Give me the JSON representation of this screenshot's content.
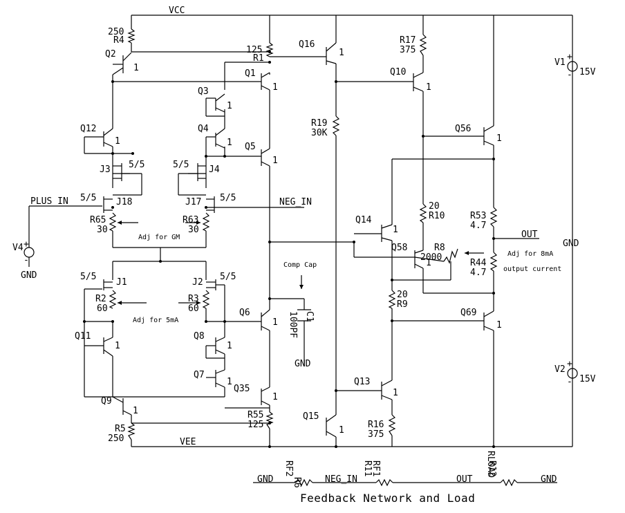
{
  "nets": {
    "vcc": "VCC",
    "vee": "VEE",
    "plus_in": "PLUS IN",
    "neg_in": "NEG_IN",
    "out": "OUT",
    "gnd": "GND"
  },
  "transistors": {
    "q1": "Q1",
    "q2": "Q2",
    "q3": "Q3",
    "q4": "Q4",
    "q5": "Q5",
    "q6": "Q6",
    "q7": "Q7",
    "q8": "Q8",
    "q9": "Q9",
    "q10": "Q10",
    "q11": "Q11",
    "q12": "Q12",
    "q13": "Q13",
    "q14": "Q14",
    "q15": "Q15",
    "q16": "Q16",
    "q35": "Q35",
    "q56": "Q56",
    "q58": "Q58",
    "q69": "Q69",
    "mult": "1"
  },
  "jfets": {
    "j1": "J1",
    "j2": "J2",
    "j3": "J3",
    "j4": "J4",
    "j17": "J17",
    "j18": "J18",
    "size": "5/5"
  },
  "resistors": {
    "r1": "R1",
    "r1v": "125",
    "r2": "R2",
    "r2v": "60",
    "r3": "R3",
    "r3v": "60",
    "r4": "R4",
    "r4v": "250",
    "r5": "R5",
    "r5v": "250",
    "r9": "R9",
    "r9v": "20",
    "r10": "R10",
    "r10v": "20",
    "r16": "R16",
    "r16v": "375",
    "r17": "R17",
    "r17v": "375",
    "r19": "R19",
    "r19v": "30K",
    "r44": "R44",
    "r44v": "4.7",
    "r53": "R53",
    "r53v": "4.7",
    "r55": "R55",
    "r55v": "125",
    "r63": "R63",
    "r63v": "30",
    "r65": "R65",
    "r65v": "30",
    "r8": "R8",
    "r8v": "2000"
  },
  "capacitor": {
    "name": "C1",
    "value": "100PF",
    "caption": "Comp Cap"
  },
  "sources": {
    "v1": "V1",
    "v2": "V2",
    "v4": "V4",
    "volt": "15V",
    "plus": "+",
    "minus": "-"
  },
  "annotations": {
    "adj_gm": "Adj for GM",
    "adj_5ma": "Adj for 5mA",
    "adj_8ma_1": "Adj for 8mA",
    "adj_8ma_2": "output current"
  },
  "feedback": {
    "gnd_left": "GND",
    "r6": "R6",
    "rf2": "RF2",
    "neg_in": "NEG_IN",
    "r11": "R11",
    "rf1": "RF1",
    "out": "OUT",
    "r12": "R12",
    "rload": "RLOAD",
    "gnd_right": "GND",
    "caption": "Feedback Network and Load"
  }
}
